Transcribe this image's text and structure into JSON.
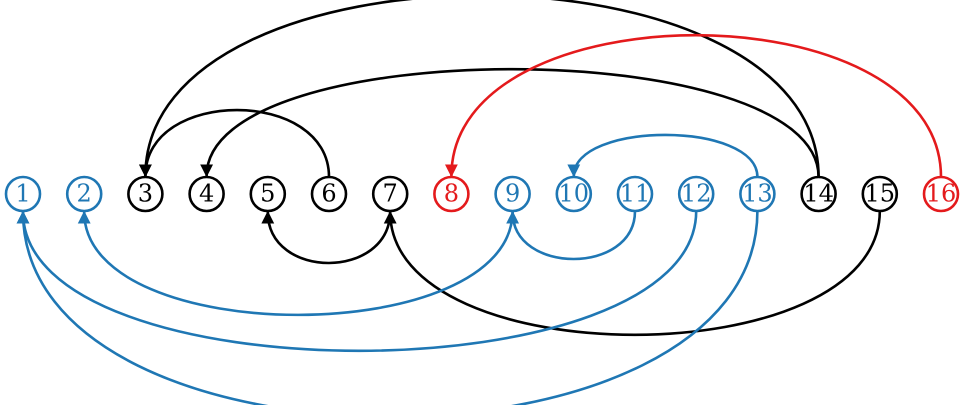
{
  "colors": {
    "black": "#000000",
    "blue": "#1f77b4",
    "red": "#e41a1c"
  },
  "nodes": [
    {
      "label": "1",
      "color": "blue"
    },
    {
      "label": "2",
      "color": "blue"
    },
    {
      "label": "3",
      "color": "black"
    },
    {
      "label": "4",
      "color": "black"
    },
    {
      "label": "5",
      "color": "black"
    },
    {
      "label": "6",
      "color": "black"
    },
    {
      "label": "7",
      "color": "black"
    },
    {
      "label": "8",
      "color": "red"
    },
    {
      "label": "9",
      "color": "blue"
    },
    {
      "label": "10",
      "color": "blue"
    },
    {
      "label": "11",
      "color": "blue"
    },
    {
      "label": "12",
      "color": "blue"
    },
    {
      "label": "13",
      "color": "blue"
    },
    {
      "label": "14",
      "color": "black"
    },
    {
      "label": "15",
      "color": "black"
    },
    {
      "label": "16",
      "color": "red"
    }
  ],
  "edges": [
    {
      "from": "14",
      "to": "3",
      "color": "black",
      "side": "top"
    },
    {
      "from": "6",
      "to": "3",
      "color": "black",
      "side": "top"
    },
    {
      "from": "14",
      "to": "4",
      "color": "black",
      "side": "top"
    },
    {
      "from": "16",
      "to": "8",
      "color": "red",
      "side": "top"
    },
    {
      "from": "13",
      "to": "10",
      "color": "blue",
      "side": "top"
    },
    {
      "from": "7",
      "to": "5",
      "color": "black",
      "side": "bottom"
    },
    {
      "from": "11",
      "to": "9",
      "color": "blue",
      "side": "bottom"
    },
    {
      "from": "15",
      "to": "7",
      "color": "black",
      "side": "bottom"
    },
    {
      "from": "9",
      "to": "2",
      "color": "blue",
      "side": "bottom"
    },
    {
      "from": "12",
      "to": "1",
      "color": "blue",
      "side": "bottom"
    },
    {
      "from": "13",
      "to": "1",
      "color": "blue",
      "side": "bottom"
    }
  ]
}
